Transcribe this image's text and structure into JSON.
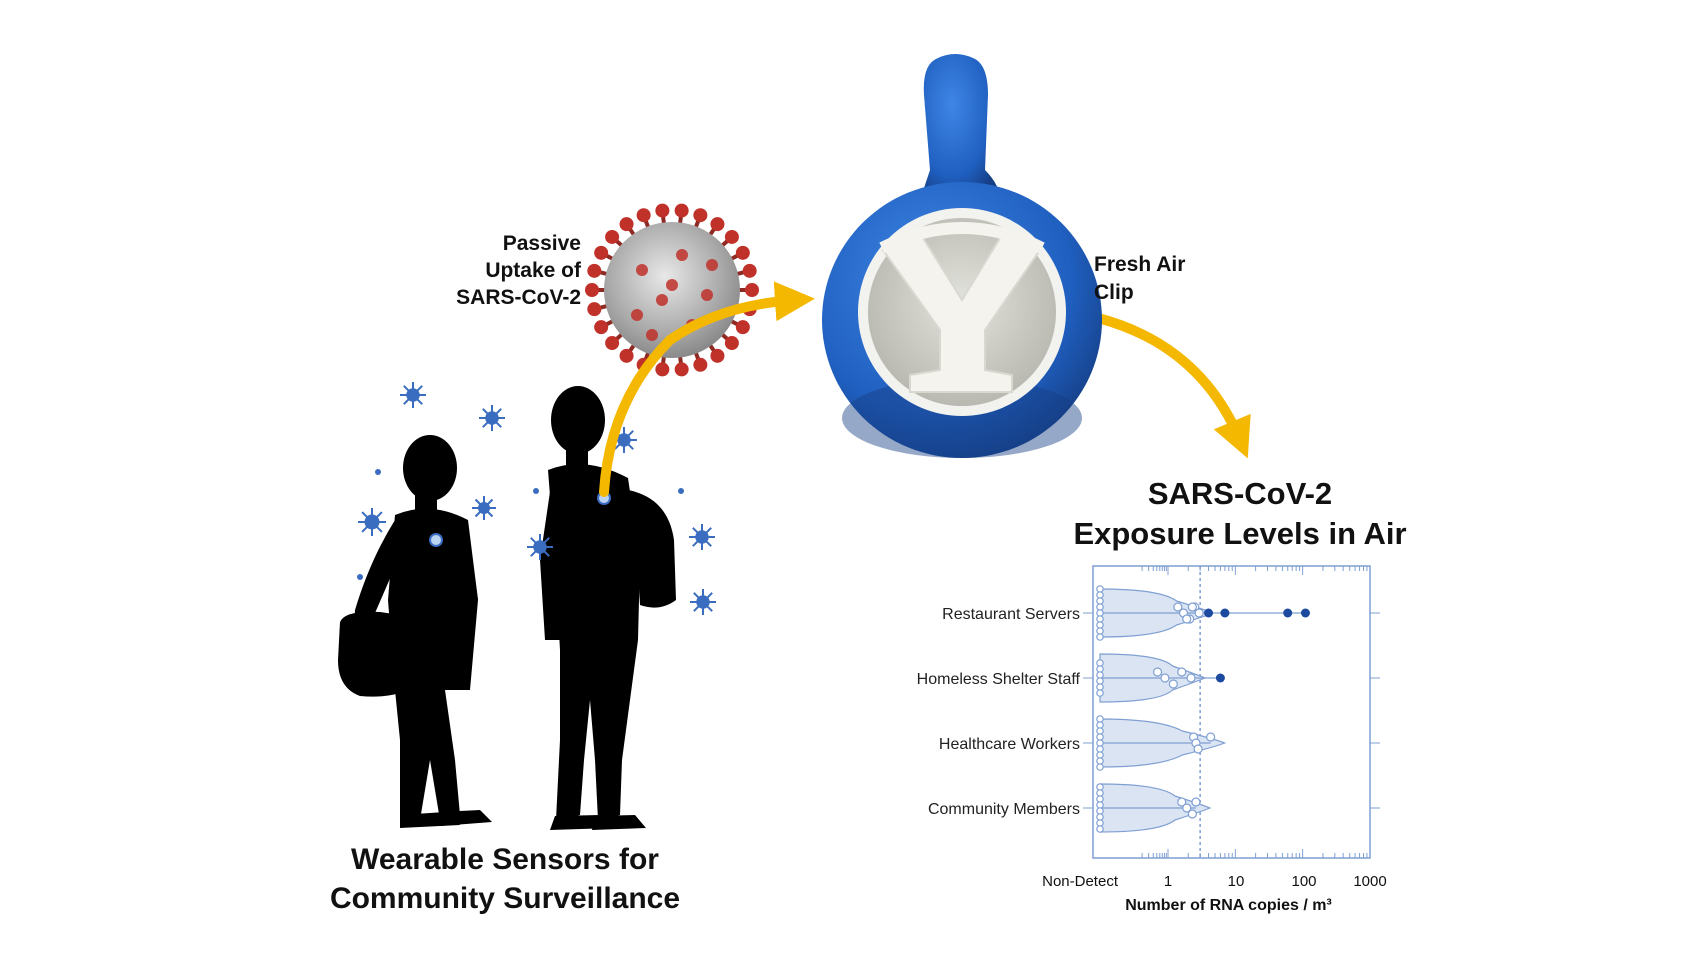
{
  "labels": {
    "passive_lines": [
      "Passive",
      "Uptake of",
      "SARS-CoV-2"
    ],
    "clip_lines": [
      "Fresh Air",
      "Clip"
    ],
    "exposure_lines": [
      "SARS-CoV-2",
      "Exposure Levels in Air"
    ],
    "wearable_lines": [
      "Wearable Sensors for",
      "Community Surveillance"
    ]
  },
  "icons": {
    "virus": "sars-cov-2-virus-icon",
    "clip": "fresh-air-clip-icon",
    "people": "person-silhouette-icon",
    "particles": "virus-particle-icon"
  },
  "colors": {
    "arrow": "#f5b800",
    "clip_blue": "#1f5fbf",
    "particle_blue": "#3a6cc0",
    "chart_blue": "#7f9fd2",
    "chart_fill": "#dbe4f3",
    "dark_point": "#1c4a9e",
    "virus_red": "#c0312a"
  },
  "chart_data": {
    "type": "scatter",
    "title": "",
    "xlabel": "Number of RNA copies / m³",
    "ylabel": "",
    "x_scale": "log",
    "x_tick_labels": [
      "Non-Detect",
      "1",
      "10",
      "100",
      "1000"
    ],
    "xlim": [
      0.1,
      1000
    ],
    "detection_limit_line": 3,
    "grid": false,
    "legend": "none",
    "categories": [
      "Restaurant Servers",
      "Homeless Shelter Staff",
      "Healthcare Workers",
      "Community Members"
    ],
    "series": [
      {
        "category": "Restaurant Servers",
        "nondetect_count": 9,
        "below_limit": [
          1.4,
          1.7,
          2.1,
          2.5,
          2.9,
          1.9,
          2.3
        ],
        "above_limit": [
          4,
          7,
          60,
          110
        ]
      },
      {
        "category": "Homeless Shelter Staff",
        "nondetect_count": 6,
        "below_limit": [
          0.7,
          0.9,
          1.2,
          1.6,
          2.2
        ],
        "above_limit": [
          6
        ]
      },
      {
        "category": "Healthcare Workers",
        "nondetect_count": 9,
        "below_limit": [
          2.4,
          2.6,
          2.8,
          4.3
        ],
        "above_limit": []
      },
      {
        "category": "Community Members",
        "nondetect_count": 8,
        "below_limit": [
          1.6,
          1.9,
          2.3,
          2.6
        ],
        "above_limit": []
      }
    ]
  }
}
